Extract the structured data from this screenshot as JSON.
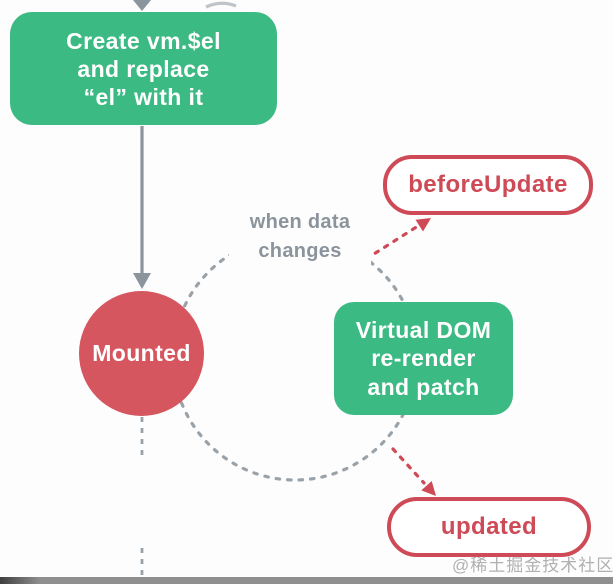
{
  "colors": {
    "green": "#3cba83",
    "red-fill": "#d5565f",
    "red-accent": "#ce4a56",
    "gray-text": "#8b949c",
    "gray-line": "#8b959d",
    "gray-dash": "#9aa2a9",
    "watermark": "#9b9b9b",
    "bar": "#8f8f8f",
    "bar-dark": "#3f3f3f"
  },
  "nodes": {
    "create_el": {
      "line1": "Create vm.$el",
      "line2": "and replace",
      "line3": "“el” with it"
    },
    "mounted": {
      "label": "Mounted"
    },
    "virtual_dom": {
      "line1": "Virtual DOM",
      "line2": "re-render",
      "line3": "and patch"
    },
    "before_update": {
      "label": "beforeUpdate"
    },
    "updated": {
      "label": "updated"
    }
  },
  "annotations": {
    "when_data_changes": {
      "line1": "when data",
      "line2": "changes"
    }
  },
  "watermark": {
    "text": "@稀土掘金技术社区"
  }
}
